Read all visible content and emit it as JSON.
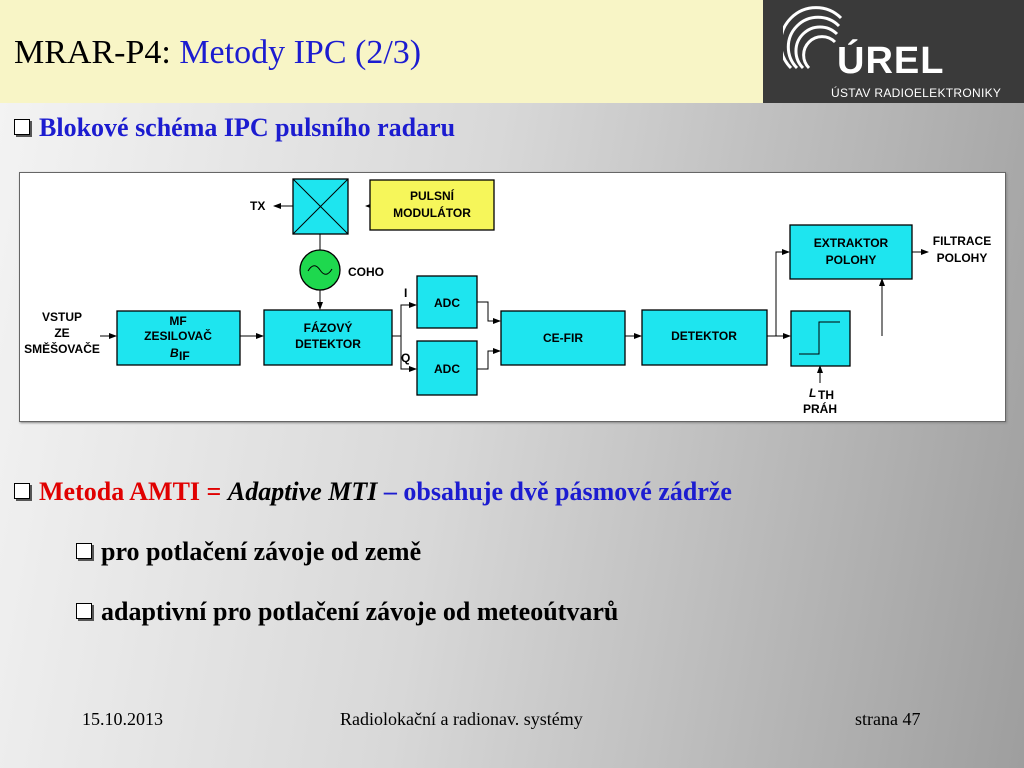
{
  "header": {
    "title_prefix": "MRAR-P4:",
    "title_accent": "Metody IPC (2/3)"
  },
  "logo": {
    "brand": "ÚREL",
    "subtitle": "ÚSTAV RADIOELEKTRONIKY"
  },
  "bullets": {
    "b1": "Blokové schéma IPC pulsního radaru",
    "b2_red": "Metoda AMTI =",
    "b2_italic": "Adaptive MTI",
    "b2_rest": "– obsahuje dvě pásmové zádrže",
    "b3": "pro potlačení závoje od země",
    "b4": "adaptivní pro potlačení závoje od meteoútvarů"
  },
  "diagram": {
    "tx": "TX",
    "pulse_mod_1": "PULSNÍ",
    "pulse_mod_2": "MODULÁTOR",
    "coho": "COHO",
    "input_1": "VSTUP",
    "input_2": "ZE",
    "input_3": "SMĚŠOVAČE",
    "if_amp_1": "MF",
    "if_amp_2": "ZESILOVAČ",
    "if_amp_b": "B",
    "if_amp_sub": "IF",
    "phase_det_1": "FÁZOVÝ",
    "phase_det_2": "DETEKTOR",
    "i_label": "I",
    "q_label": "Q",
    "adc_top": "ADC",
    "adc_bottom": "ADC",
    "ce_fir": "CE-FIR",
    "detector": "DETEKTOR",
    "extractor_1": "EXTRAKTOR",
    "extractor_2": "POLOHY",
    "filter_1": "FILTRACE",
    "filter_2": "POLOHY",
    "threshold_l": "L",
    "threshold_sub": "TH",
    "threshold_label": "PRÁH"
  },
  "footer": {
    "date": "15.10.2013",
    "title": "Radiolokační a radionav. systémy",
    "page": "strana 47"
  }
}
